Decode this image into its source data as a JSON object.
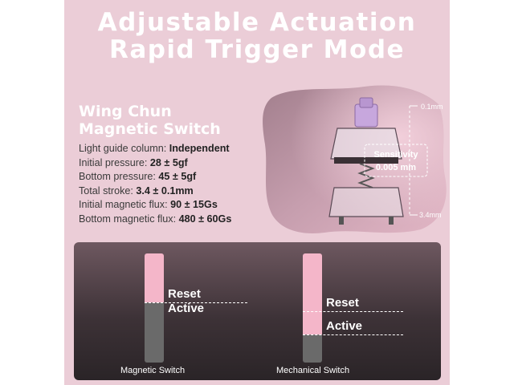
{
  "header": {
    "line1": "Adjustable Actuation",
    "line2": "Rapid Trigger Mode"
  },
  "switch": {
    "name_line1": "Wing Chun",
    "name_line2": "Magnetic Switch",
    "specs": [
      {
        "label": "Light guide column: ",
        "value": "Independent"
      },
      {
        "label": "Initial pressure: ",
        "value": "28 ± 5gf"
      },
      {
        "label": "Bottom pressure: ",
        "value": "45 ± 5gf"
      },
      {
        "label": "Total stroke: ",
        "value": "3.4 ± 0.1mm"
      },
      {
        "label": "Initial magnetic flux: ",
        "value": "90 ± 15Gs"
      },
      {
        "label": "Bottom magnetic flux: ",
        "value": "480 ± 60Gs"
      }
    ]
  },
  "diagram": {
    "top_measure": "0.1mm",
    "bottom_measure": "3.4mm",
    "sensitivity_label": "Sensitivity",
    "sensitivity_value": "0.005 mm"
  },
  "comparison": {
    "magnetic": {
      "reset": "Reset",
      "active": "Active",
      "caption": "Magnetic Switch",
      "pink_fraction": 0.45
    },
    "mechanical": {
      "reset": "Reset",
      "active": "Active",
      "caption": "Mechanical Switch",
      "pink_fraction": 0.74
    }
  },
  "colors": {
    "panel_bg": "#ebcdd7",
    "bar_pink": "#f4b6c9",
    "bar_gray": "#6a6a6a",
    "switch_stem": "#c7a7dd"
  }
}
